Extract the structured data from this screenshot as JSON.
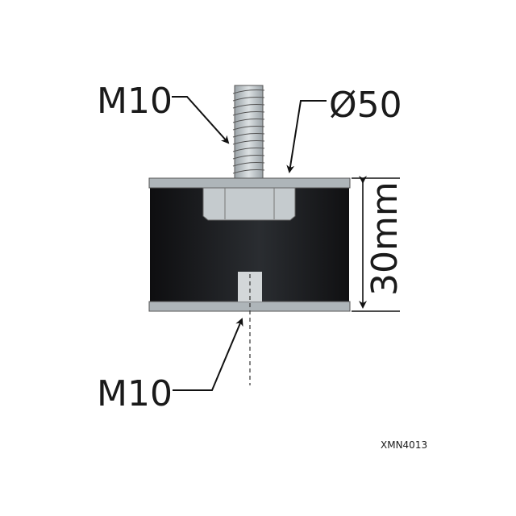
{
  "labels": {
    "top_thread": "M10",
    "diameter": "Ø50",
    "height": "30mm",
    "bottom_thread": "M10",
    "part_number": "XMN4013"
  },
  "colors": {
    "rubber": "#1b1b1d",
    "metal": "#b5bcc0",
    "line": "#111111"
  }
}
